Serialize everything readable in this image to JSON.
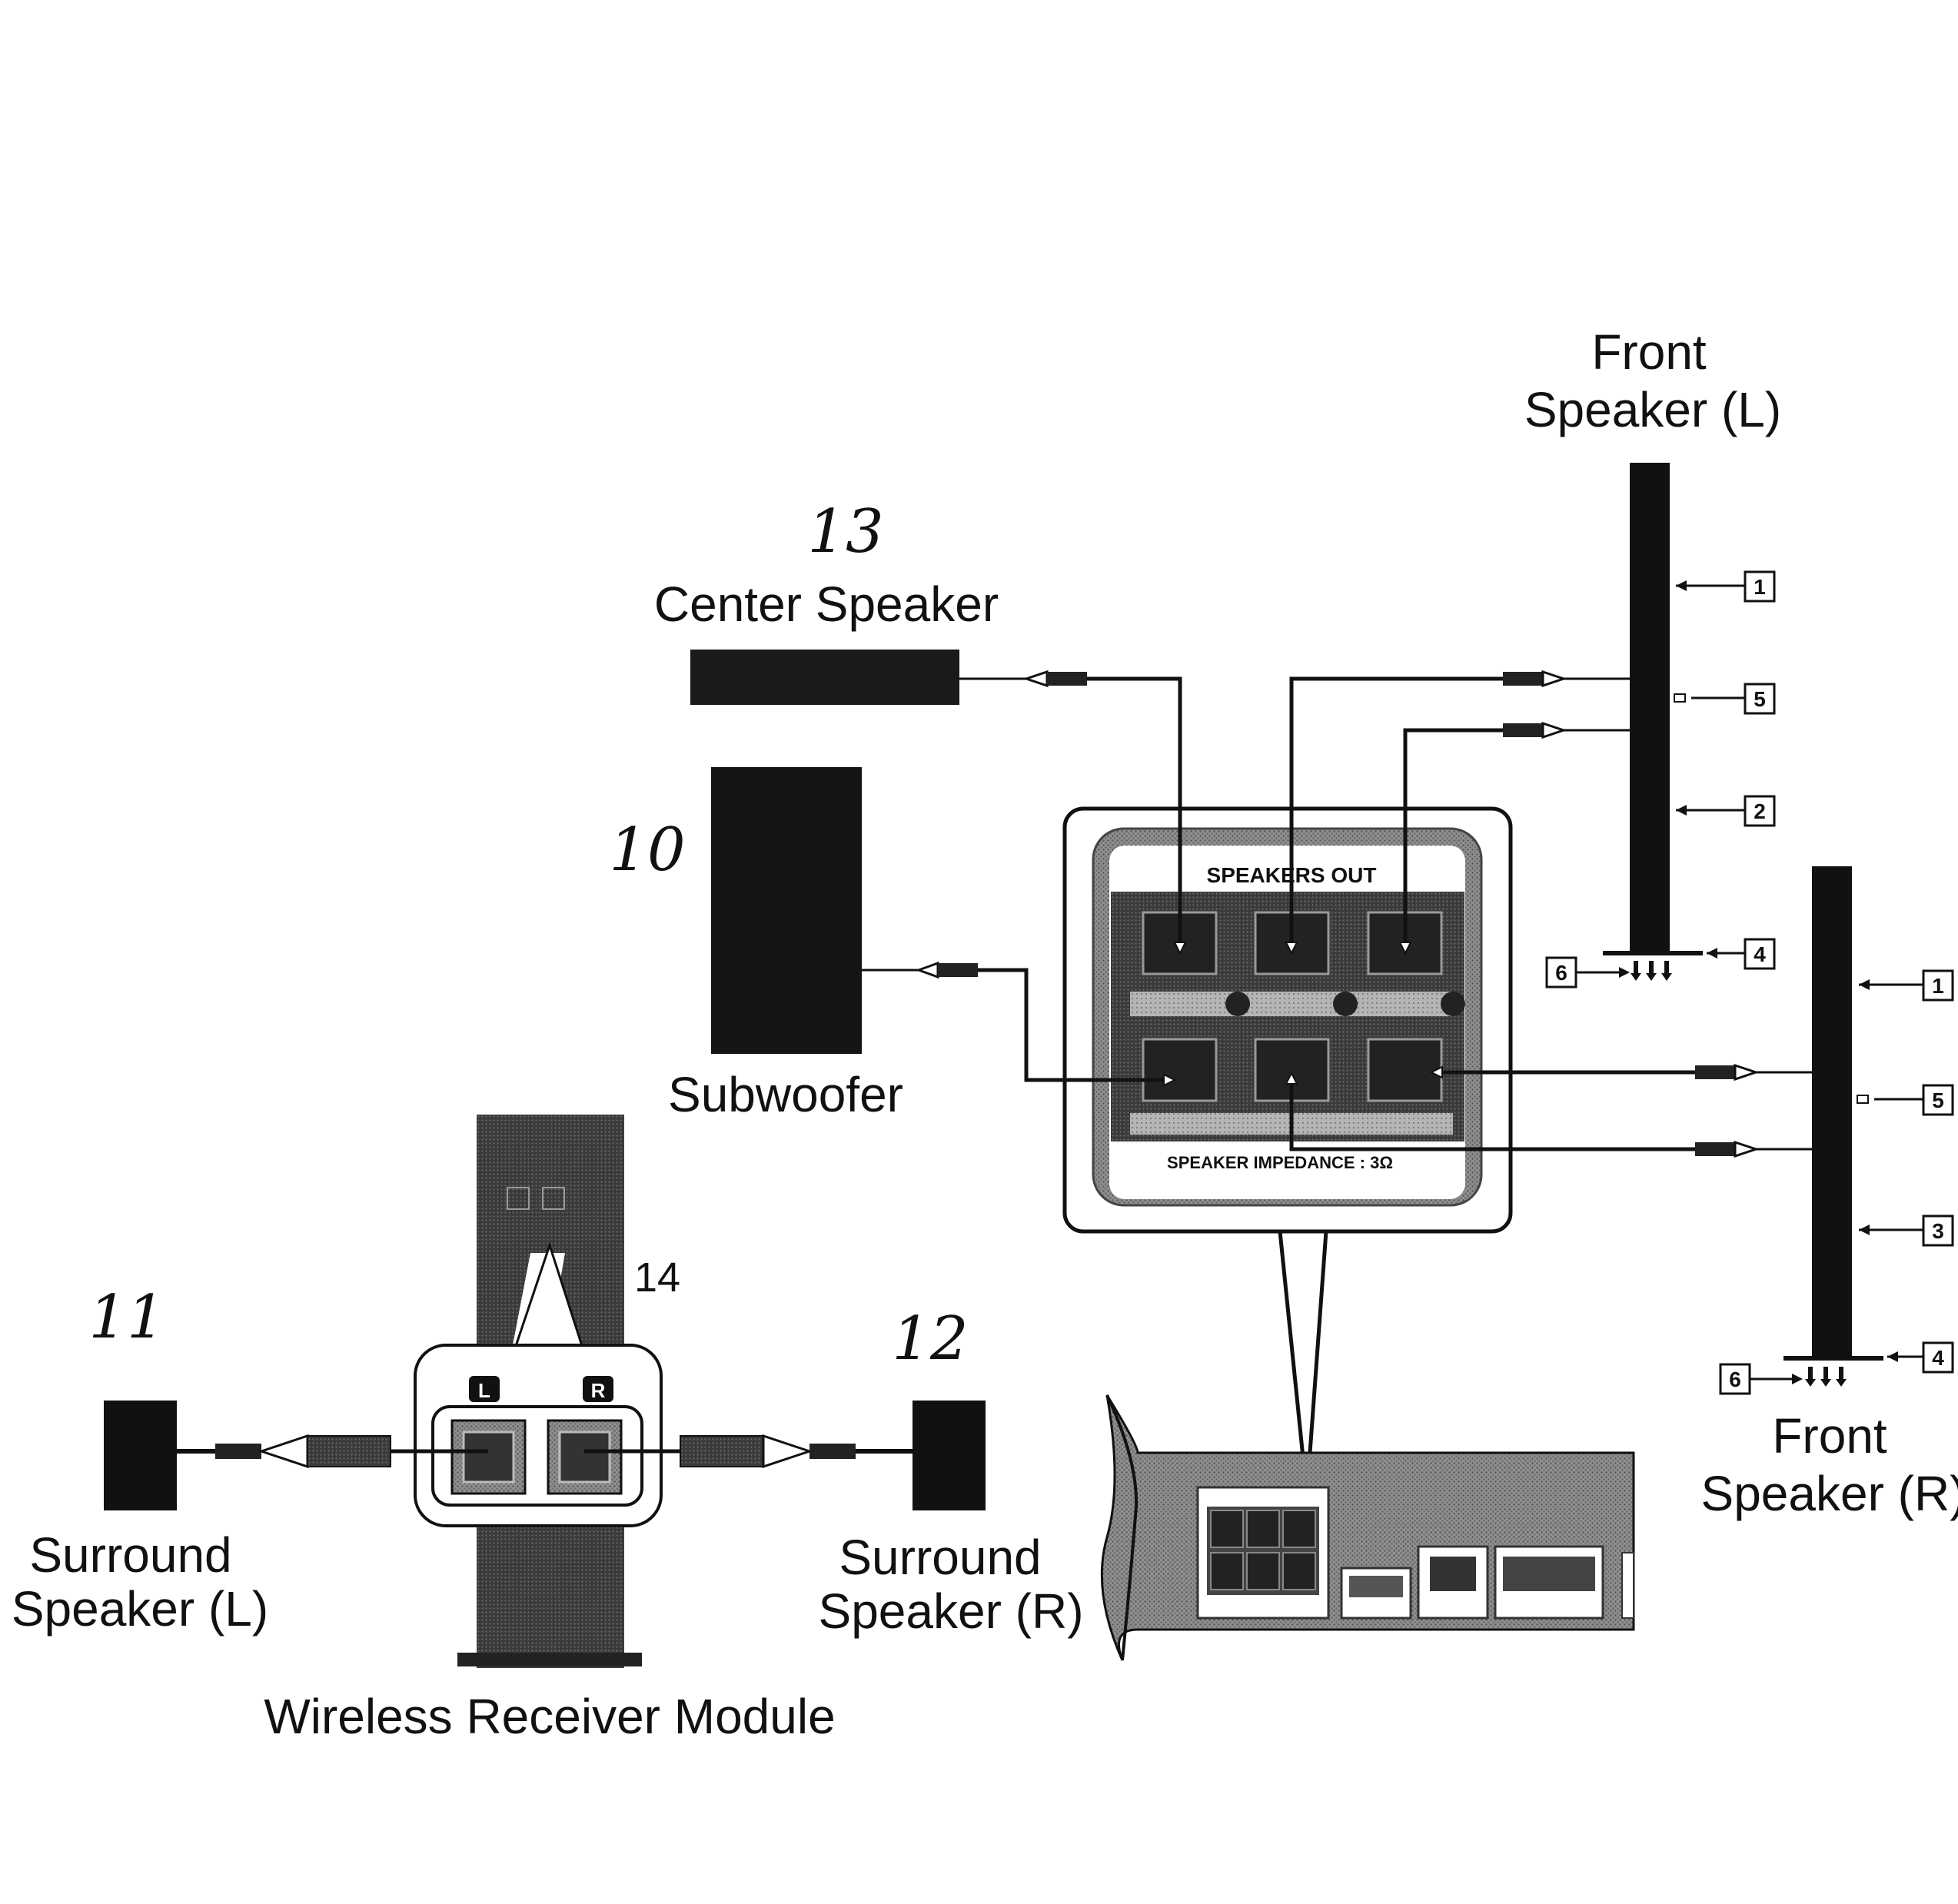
{
  "labels": {
    "front_left": [
      "Front",
      "Speaker (L)"
    ],
    "front_right": [
      "Front",
      "Speaker (R)"
    ],
    "center": "Center Speaker",
    "subwoofer": "Subwoofer",
    "surround_left": [
      "Surround",
      "Speaker (L)"
    ],
    "surround_right": [
      "Surround",
      "Speaker (R)"
    ],
    "wireless_module": "Wireless Receiver Module"
  },
  "reference_numerals": {
    "center": "13",
    "subwoofer": "10",
    "surround_left": "11",
    "surround_right": "12",
    "wireless_module": "14"
  },
  "panel": {
    "title": "SPEAKERS OUT",
    "impedance": "SPEAKER IMPEDANCE : 3Ω"
  },
  "module_channels": {
    "left": "L",
    "right": "R"
  },
  "front_left_callouts": [
    "1",
    "5",
    "2",
    "4",
    "6"
  ],
  "front_right_callouts": [
    "1",
    "5",
    "3",
    "4",
    "6"
  ],
  "colors": {
    "ink": "#111111",
    "panel_gray": "#8a8a8a",
    "panel_dark": "#555555",
    "background": "#ffffff"
  }
}
